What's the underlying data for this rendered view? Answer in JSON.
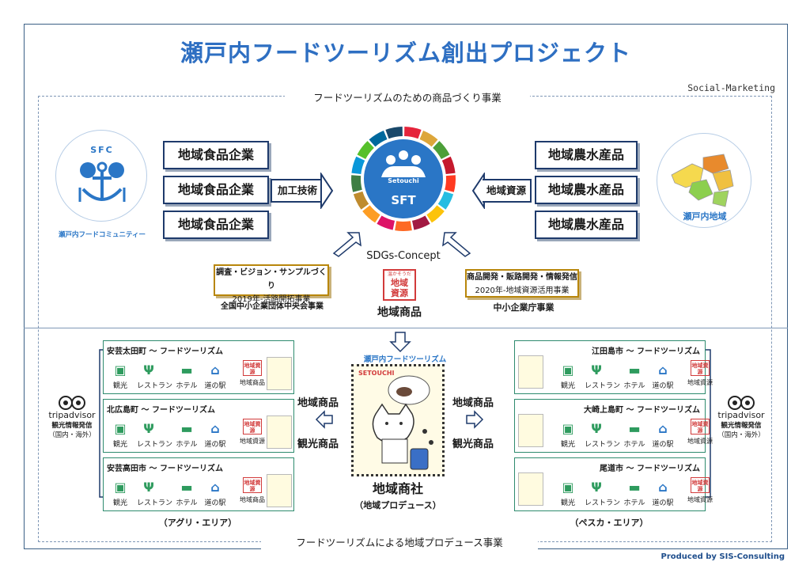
{
  "title": "瀬戸内フードツーリズム創出プロジェクト",
  "social_marketing": "Social-Marketing",
  "section_top": "フードツーリズムのための商品づくり事業",
  "section_bottom": "フードツーリズムによる地域プロデュース事業",
  "produced_by": "Produced by SIS-Consulting",
  "sfc": {
    "logo_text": "SFC",
    "caption": "瀬戸内フードコミュニティー"
  },
  "food_companies": [
    "地域食品企業",
    "地域食品企業",
    "地域食品企業"
  ],
  "processing_label": "加工技術",
  "center": {
    "brand": "Setouchi",
    "label": "SFT",
    "concept": "SDGs-Concept"
  },
  "resources_label": "地域資源",
  "agri_products": [
    "地域農水産品",
    "地域農水産品",
    "地域農水産品"
  ],
  "region": {
    "caption": "瀬戸内地域"
  },
  "left_project": {
    "line1": "調査・ビジョン・サンプルづくり",
    "line2": "2019年-活路開拓事業",
    "caption": "全国中小企業団体中央会事業"
  },
  "right_project": {
    "line1": "商品開発・販路開発・情報発信",
    "line2": "2020年-地域資源活用事業",
    "caption": "中小企業庁事業"
  },
  "chiiki_badge": {
    "top": "温かそうだ",
    "main": "地域資源"
  },
  "chiiki_shohin": "地域商品",
  "center_bottom": {
    "banner": "瀬戸内フードツーリズム",
    "stamp_text": "SETOUCHI",
    "label": "地域商社",
    "sub": "（地域プロデュース）"
  },
  "left_flow": {
    "label1": "地域商品",
    "label2": "観光商品"
  },
  "right_flow": {
    "label1": "地域商品",
    "label2": "観光商品"
  },
  "tripadvisor": {
    "name": "tripadvisor",
    "line1": "観光情報発信",
    "line2": "（国内・海外）"
  },
  "icon_labels": [
    "観光",
    "レストラン",
    "ホテル",
    "道の駅"
  ],
  "left_areas": [
    {
      "title": "安芸太田町 ～ フードツーリズム",
      "last": "地域商品"
    },
    {
      "title": "北広島町 ～ フードツーリズム",
      "last": "地域資源"
    },
    {
      "title": "安芸高田市 ～ フードツーリズム",
      "last": "地域商品"
    }
  ],
  "right_areas": [
    {
      "title": "江田島市 ～ フードツーリズム",
      "last": "地域資源"
    },
    {
      "title": "大崎上島町 ～ フードツーリズム",
      "last": "地域資源"
    },
    {
      "title": "尾道市 ～ フードツーリズム",
      "last": "地域資源"
    }
  ],
  "left_area_caption": "（アグリ・エリア）",
  "right_area_caption": "（ペスカ・エリア）",
  "colors": {
    "title": "#2e6fc2",
    "box_border": "#1e3a6b",
    "area_border": "#2e8b6e",
    "icon_green": "#2e9b5e",
    "badge_red": "#d23b3b"
  }
}
